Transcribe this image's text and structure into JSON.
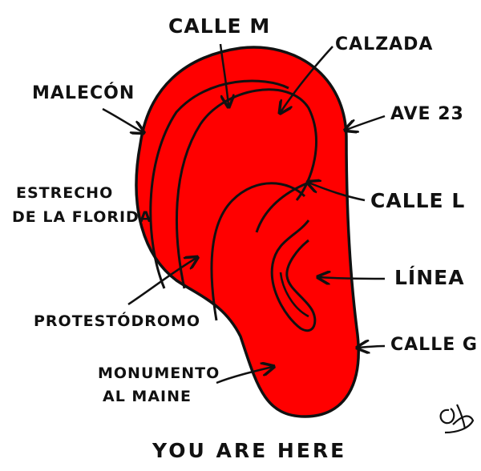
{
  "colors": {
    "ear_fill": "#ff0000",
    "ink": "#111111",
    "background": "#ffffff"
  },
  "labels": {
    "calle_m": "CALLE M",
    "calzada": "CALZADA",
    "malecon": "MALECÓN",
    "ave_23": "AVE 23",
    "estrecho_line1": "ESTRECHO",
    "estrecho_line2": "DE LA FLORIDA",
    "calle_l": "CALLE L",
    "linea": "LÍNEA",
    "protestodromo": "PROTESTÓDROMO",
    "calle_g": "CALLE G",
    "monumento_line1": "MONUMENTO",
    "monumento_line2": "AL MAINE"
  },
  "caption": "YOU ARE HERE"
}
